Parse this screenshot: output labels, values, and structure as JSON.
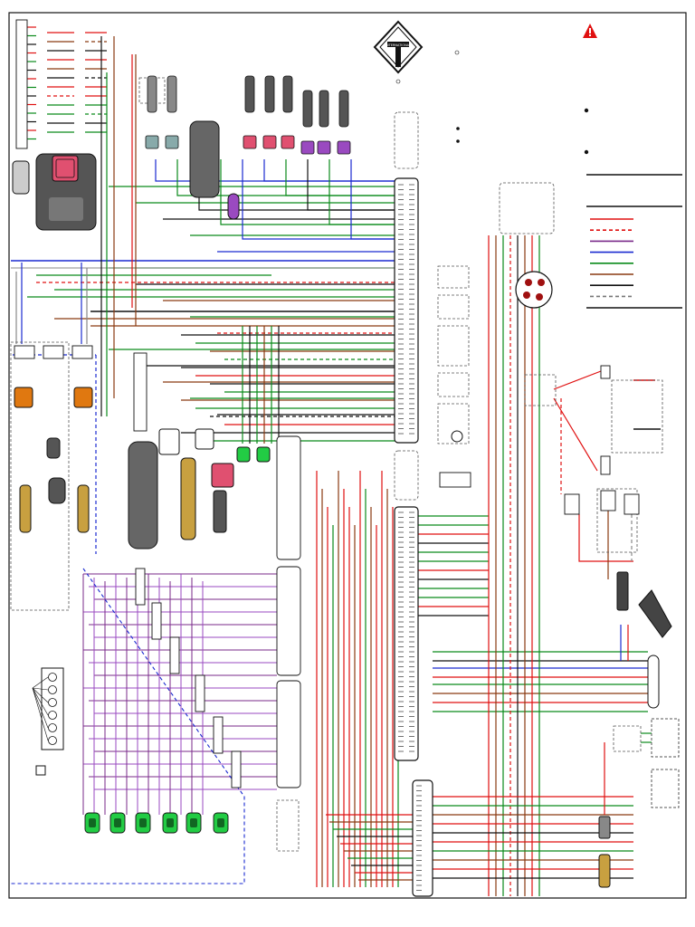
{
  "brand": {
    "logo_text": "INTERNATIONAL",
    "logo_icon": "international-diamond-logo"
  },
  "legend": {
    "warning_icon": "warning-triangle-icon",
    "wire_colors": [
      {
        "key": "red",
        "hex": "#e01010",
        "dashed": false
      },
      {
        "key": "red-dash",
        "hex": "#e01010",
        "dashed": true
      },
      {
        "key": "purple",
        "hex": "#7a2a8a",
        "dashed": false
      },
      {
        "key": "blue",
        "hex": "#1a2ad0",
        "dashed": false
      },
      {
        "key": "green",
        "hex": "#0a8a1a",
        "dashed": false
      },
      {
        "key": "brown",
        "hex": "#8a3a10",
        "dashed": false
      },
      {
        "key": "black",
        "hex": "#111111",
        "dashed": false
      },
      {
        "key": "gray-dash",
        "hex": "#777777",
        "dashed": true
      }
    ]
  },
  "colors": {
    "red": "#e01010",
    "green": "#0a8a1a",
    "blue": "#1a2ad0",
    "purple": "#7a2a8a",
    "violet": "#9a4ac0",
    "brown": "#8a3a10",
    "black": "#111111",
    "gray": "#888888",
    "orange_connector": "#e07810",
    "green_connector": "#22cc44",
    "pink_connector": "#e05070",
    "tan_component": "#c8a040",
    "dark_component": "#555555"
  }
}
